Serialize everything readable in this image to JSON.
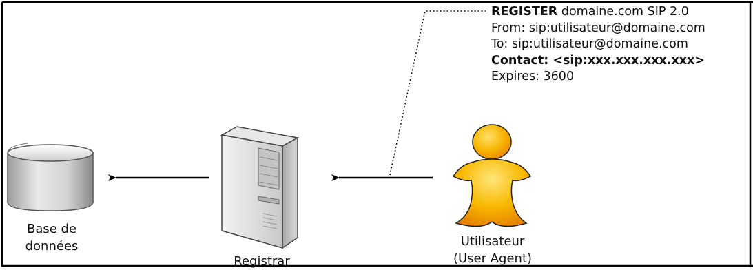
{
  "nodes": {
    "database_label_line1": "Base de",
    "database_label_line2": "données",
    "registrar_label": "Registrar",
    "user_label_line1": "Utilisateur",
    "user_label_line2": "(User Agent)"
  },
  "message": {
    "line1_method": "REGISTER",
    "line1_rest": " domaine.com SIP 2.0",
    "line2": "From: sip:utilisateur@domaine.com",
    "line3": "To: sip:utilisateur@domaine.com",
    "line4": "Contact: <sip:xxx.xxx.xxx.xxx>",
    "line5": "Expires: 3600"
  },
  "icons": {
    "database": "database-cylinder-icon",
    "server": "server-tower-icon",
    "user": "user-figure-icon"
  },
  "colors": {
    "border": "#000000",
    "user_fill": "#f5b800",
    "user_shade": "#f08a00",
    "server_gray": "#d8d8d8",
    "db_gray": "#dadada"
  }
}
